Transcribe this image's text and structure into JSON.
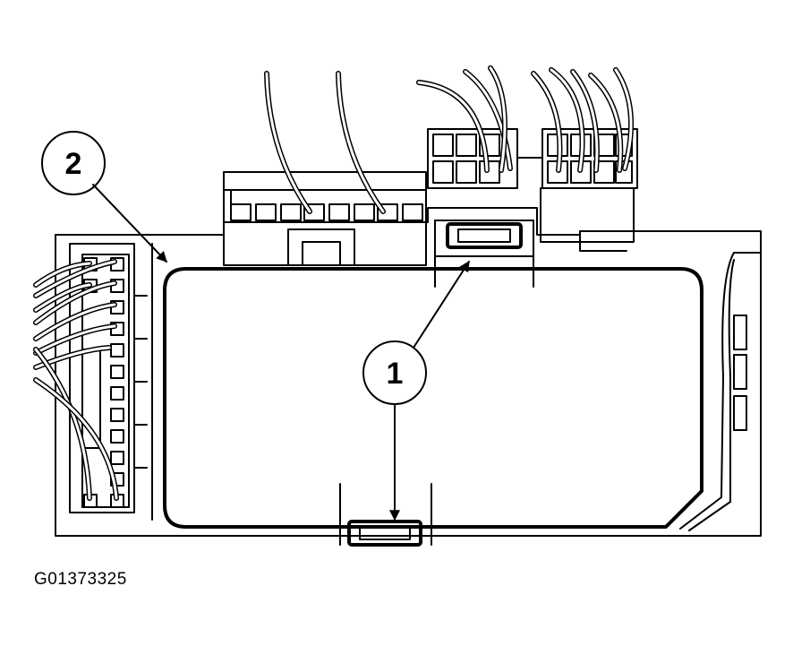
{
  "figure_id": "G01373325",
  "callouts": [
    {
      "label": "2",
      "target": "module-housing-outline"
    },
    {
      "label": "1",
      "target": "retaining-clips"
    }
  ]
}
